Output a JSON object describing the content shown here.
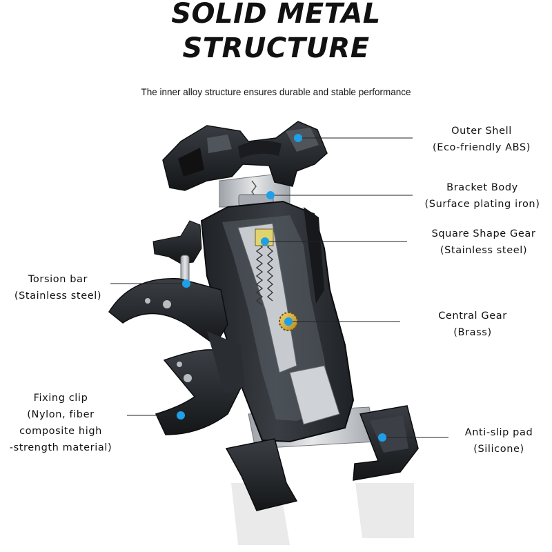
{
  "title": {
    "line1": "SOLID METAL",
    "line2": "STRUCTURE"
  },
  "subtitle": "The inner alloy structure ensures durable and stable performance",
  "colors": {
    "accent": "#1ea0e8",
    "body": "#2b2e33",
    "metal": "#c9ccd0",
    "text": "#111111"
  },
  "callouts": {
    "outer_shell": [
      "Outer Shell",
      "(Eco-friendly ABS)"
    ],
    "bracket_body": [
      "Bracket Body",
      "(Surface plating iron)"
    ],
    "square_gear": [
      "Square Shape Gear",
      "(Stainless steel)"
    ],
    "central_gear": [
      "Central Gear",
      "(Brass)"
    ],
    "anti_slip": [
      "Anti-slip pad",
      "(Silicone)"
    ],
    "torsion_bar": [
      "Torsion bar",
      "(Stainless steel)"
    ],
    "fixing_clip": [
      "Fixing clip",
      "(Nylon, fiber",
      "composite high",
      "-strength material)"
    ]
  }
}
